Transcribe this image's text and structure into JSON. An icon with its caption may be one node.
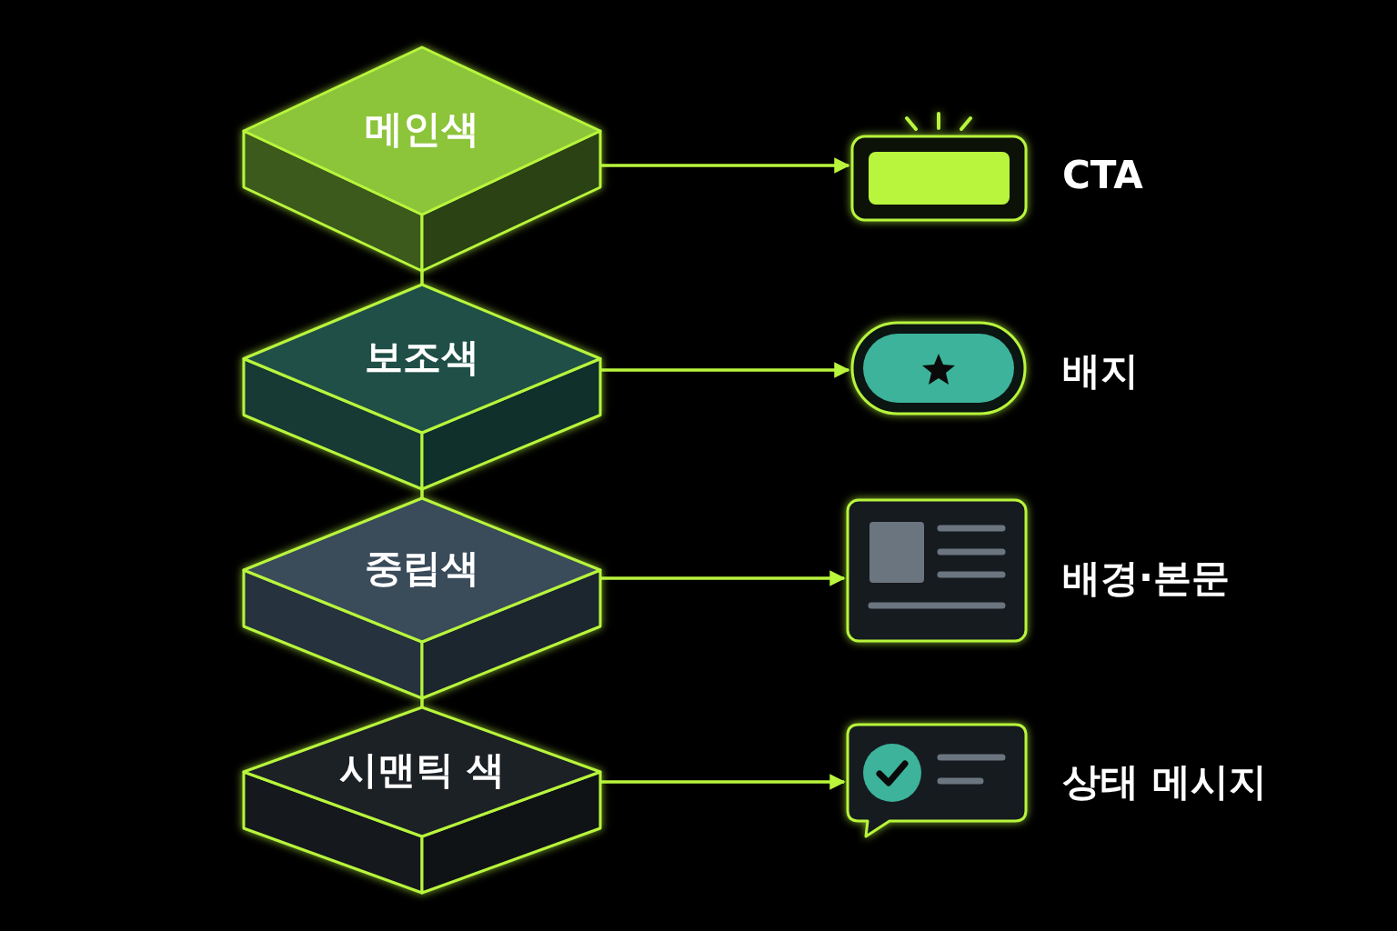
{
  "diagram": {
    "nodes": [
      {
        "text": [
          "메인색"
        ]
      },
      {
        "text": [
          "보조색"
        ]
      },
      {
        "text": [
          "중립색"
        ]
      },
      {
        "text": [
          "시맨틱 색"
        ]
      },
      {
        "text": [],
        "shape": "button",
        "beside": [
          "CTA"
        ]
      },
      {
        "text": [],
        "shape": "badge",
        "beside": [
          "배지"
        ]
      },
      {
        "text": [],
        "shape": "card",
        "beside": [
          "배경·본문"
        ]
      },
      {
        "text": [],
        "shape": "bubble",
        "beside": [
          "상태 메시지"
        ]
      }
    ],
    "edges": [
      {
        "from": 0,
        "to": 4,
        "arrow": "to"
      },
      {
        "from": 1,
        "to": 5,
        "arrow": "to"
      },
      {
        "from": 2,
        "to": 6,
        "arrow": "to"
      },
      {
        "from": 3,
        "to": 7,
        "arrow": "to"
      },
      {
        "from": 0,
        "to": 1,
        "arrow": "none"
      },
      {
        "from": 1,
        "to": 2,
        "arrow": "none"
      },
      {
        "from": 2,
        "to": 3,
        "arrow": "none"
      }
    ]
  }
}
